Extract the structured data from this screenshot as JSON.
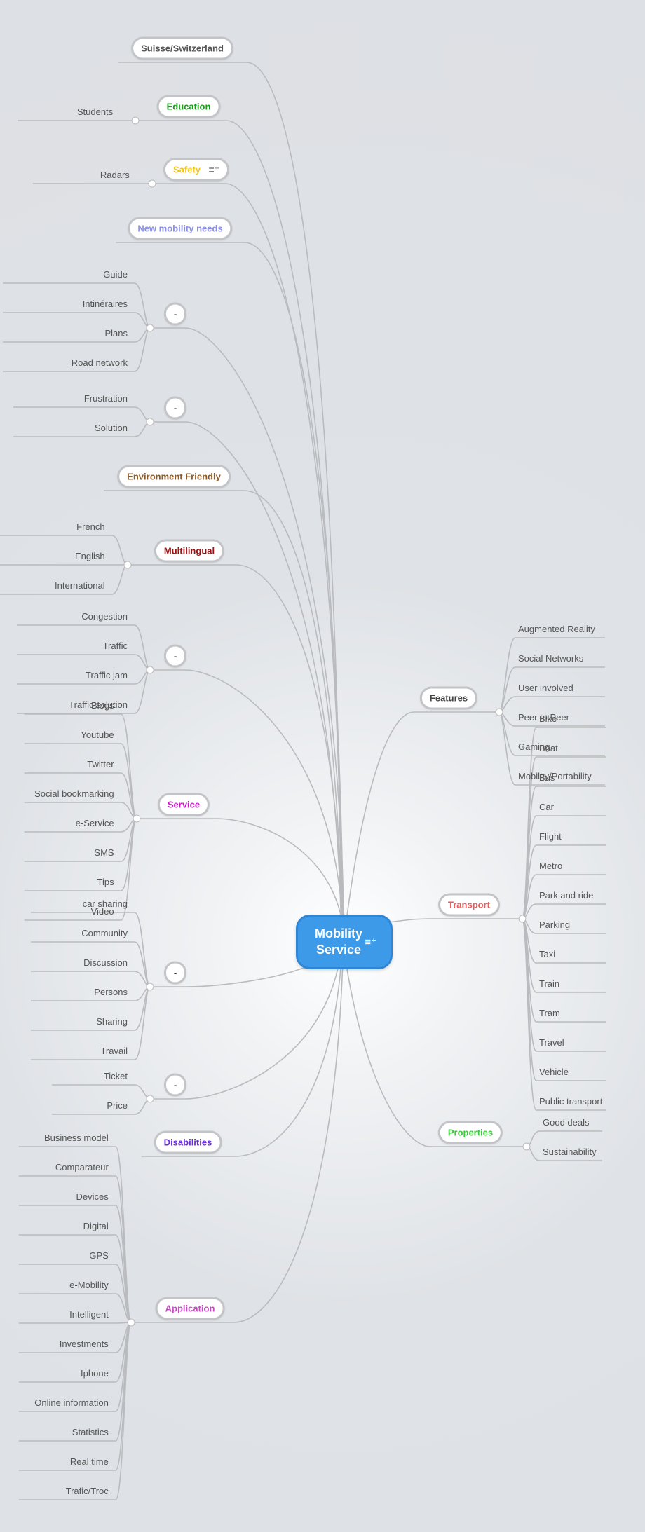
{
  "central": {
    "title": "Mobility Service",
    "note_icon": "note-icon"
  },
  "branches": [
    {
      "label": "Suisse/Switzerland",
      "color": "#555555",
      "children": []
    },
    {
      "label": "Education",
      "color": "#1a9a1a",
      "children": [
        "Students"
      ]
    },
    {
      "label": "Safety",
      "color": "#f5c518",
      "note_icon": "note-icon",
      "children": [
        "Radars"
      ]
    },
    {
      "label": "New mobility needs",
      "color": "#8b8fe6",
      "children": []
    },
    {
      "label": "-",
      "color": "#333333",
      "children": [
        "Guide",
        "Intinéraires",
        "Plans",
        "Road network"
      ]
    },
    {
      "label": "-",
      "color": "#333333",
      "children": [
        "Frustration",
        "Solution"
      ]
    },
    {
      "label": "Environment Friendly",
      "color": "#8a5a2b",
      "children": []
    },
    {
      "label": "Multilingual",
      "color": "#a01010",
      "children": [
        "French",
        "English",
        "International"
      ]
    },
    {
      "label": "-",
      "color": "#333333",
      "children": [
        "Congestion",
        "Traffic",
        "Traffic jam",
        "Traffic solution"
      ]
    },
    {
      "label": "Service",
      "color": "#c21fc2",
      "children": [
        "Blogs",
        "Youtube",
        "Twitter",
        "Social bookmarking",
        "e-Service",
        "SMS",
        "Tips",
        "Video"
      ]
    },
    {
      "label": "-",
      "color": "#333333",
      "children": [
        "car sharing",
        "Community",
        "Discussion",
        "Persons",
        "Sharing",
        "Travail"
      ]
    },
    {
      "label": "-",
      "color": "#333333",
      "children": [
        "Ticket",
        "Price"
      ]
    },
    {
      "label": "Disabilities",
      "color": "#6a2be0",
      "children": []
    },
    {
      "label": "Application",
      "color": "#c24ac2",
      "children": [
        "Business model",
        "Comparateur",
        "Devices",
        "Digital",
        "GPS",
        "e-Mobility",
        "Intelligent",
        "Investments",
        "Iphone",
        "Online information",
        "Statistics",
        "Real time",
        "Trafic/Troc"
      ]
    },
    {
      "label": "Features",
      "color": "#444444",
      "children": [
        "Augmented Reality",
        "Social Networks",
        "User involved",
        "Peer to Peer",
        "Gaming",
        "Mobility/Portability"
      ]
    },
    {
      "label": "Transport",
      "color": "#e85c5c",
      "children": [
        "Bike",
        "Boat",
        "Bus",
        "Car",
        "Flight",
        "Metro",
        "Park and ride",
        "Parking",
        "Taxi",
        "Train",
        "Tram",
        "Travel",
        "Vehicle",
        "Public transport"
      ]
    },
    {
      "label": "Properties",
      "color": "#3cc83c",
      "children": [
        "Good deals",
        "Sustainability"
      ]
    }
  ]
}
